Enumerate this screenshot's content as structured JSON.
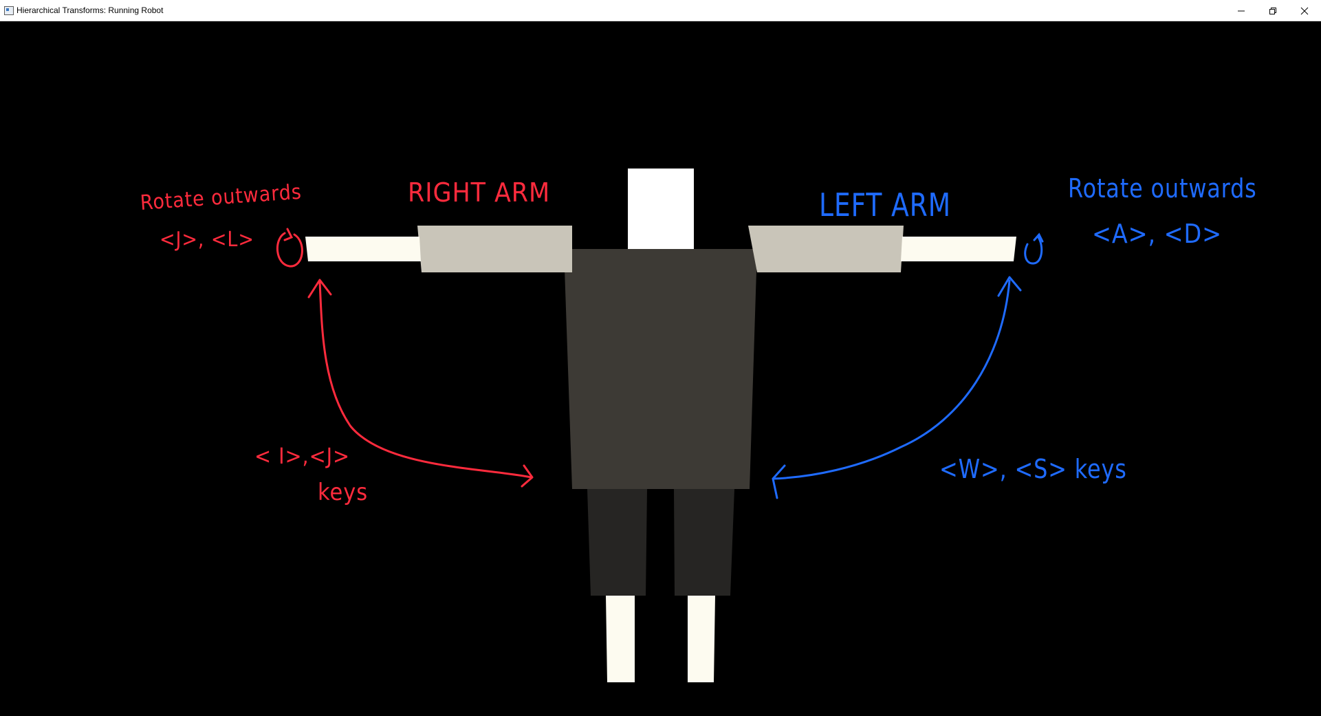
{
  "window": {
    "title": "Hierarchical Transforms: Running Robot",
    "icon": "app-window-icon",
    "controls": [
      "minimize-icon",
      "restore-icon",
      "close-icon"
    ]
  },
  "colors": {
    "background": "#000000",
    "annotation_red": "#ff2b3d",
    "annotation_blue": "#1f6bff",
    "head": "#ffffff",
    "torso": "#3d3a35",
    "upper_arm": "#c9c5b9",
    "forearm": "#fdfbf0",
    "thigh": "#262523",
    "shin": "#fdfbf0"
  },
  "annotations": {
    "right_arm_label": "RIGHT ARM",
    "left_arm_label": "LEFT ARM",
    "right_rotate_line1": "Rotate outwards",
    "right_rotate_line2": "<J>, <L>",
    "left_rotate_line1": "Rotate outwards",
    "left_rotate_line2": "<A>, <D>",
    "right_keys_line1": "< I>,<J>",
    "right_keys_line2": "keys",
    "left_keys": "<W>, <S> keys"
  }
}
